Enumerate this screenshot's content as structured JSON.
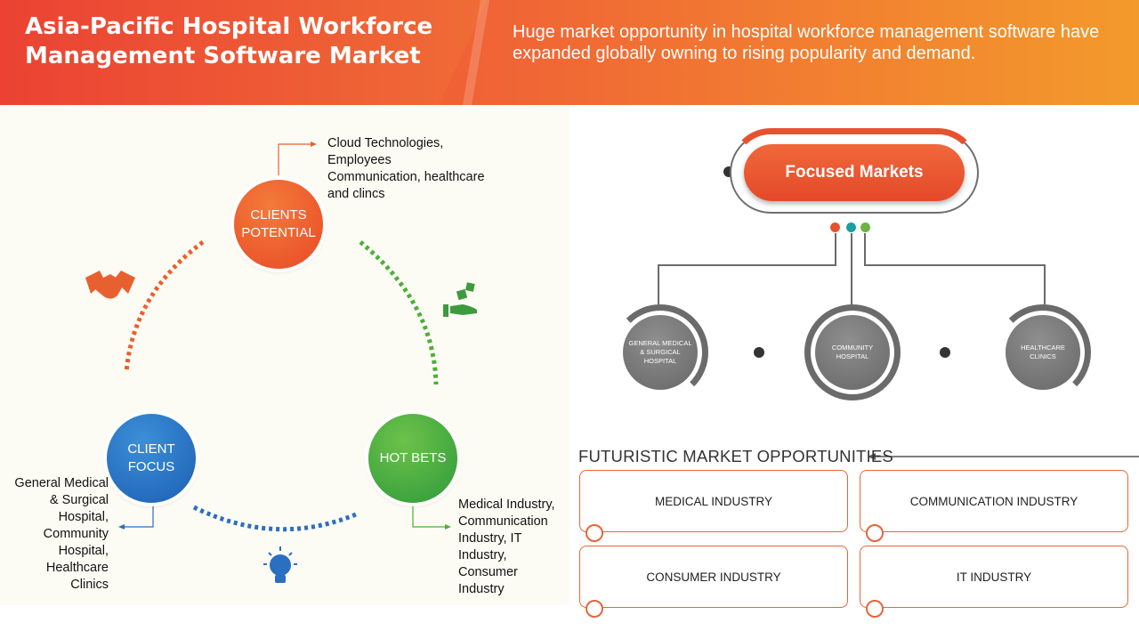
{
  "header": {
    "title": "Asia-Pacific Hospital Workforce Management Software Market",
    "subtitle": "Huge market opportunity in hospital workforce management software have expanded globally owning to rising popularity and demand."
  },
  "cycle": {
    "clients_potential": "CLIENTS POTENTIAL",
    "client_focus": "CLIENT FOCUS",
    "hot_bets": "HOT BETS",
    "clients_potential_note": "Cloud Technologies, Employees Communication, healthcare and clincs",
    "client_focus_note": "General Medical & Surgical Hospital, Community Hospital, Healthcare Clinics",
    "hot_bets_note": "Medical Industry, Communication Industry, IT Industry, Consumer Industry"
  },
  "focused_markets": {
    "title": "Focused Markets",
    "markets": [
      "GENERAL MEDICAL & SURGICAL HOSPITAL",
      "COMMUNITY HOSPITAL",
      "HEALTHCARE CLINICS"
    ]
  },
  "futuristic": {
    "title": "FUTURISTIC MARKET OPPORTUNITIES",
    "items": [
      "MEDICAL INDUSTRY",
      "COMMUNICATION INDUSTRY",
      "CONSUMER INDUSTRY",
      "IT INDUSTRY"
    ]
  },
  "colors": {
    "orange": "#e8512f",
    "blue": "#1d5fb3",
    "green": "#4caf3a",
    "grey": "#6b6b6b"
  },
  "icons": [
    "handshake-icon",
    "money-dice-icon",
    "lightbulb-icon"
  ]
}
